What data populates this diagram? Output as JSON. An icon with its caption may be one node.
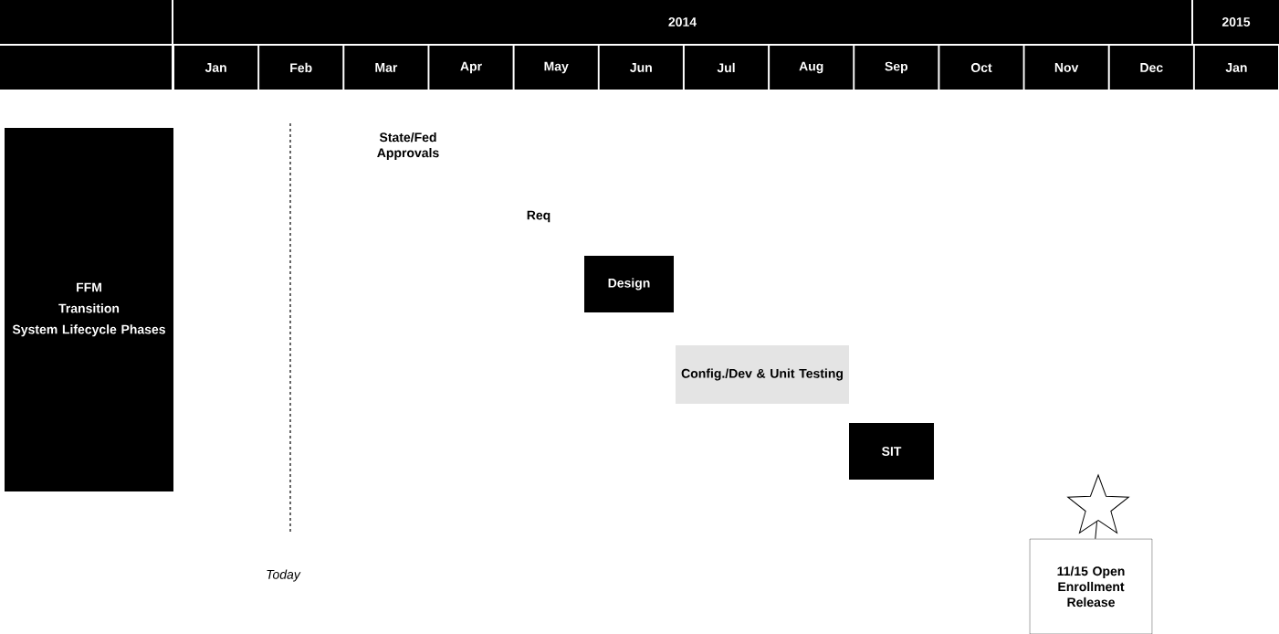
{
  "diagram": {
    "nodes": [
      {
        "text": [],
        "shape": "box"
      },
      {
        "text": [
          "2014"
        ]
      },
      {
        "text": [
          "2015"
        ]
      },
      {
        "text": [],
        "shape": "box"
      },
      {
        "text": [
          "Jan"
        ]
      },
      {
        "text": [
          "Feb"
        ]
      },
      {
        "text": [
          "Mar"
        ]
      },
      {
        "text": [
          "Apr"
        ]
      },
      {
        "text": [
          "May"
        ]
      },
      {
        "text": [
          "Jun"
        ]
      },
      {
        "text": [
          "Jul"
        ]
      },
      {
        "text": [
          "Aug"
        ]
      },
      {
        "text": [
          "Sep"
        ]
      },
      {
        "text": [
          "Oct"
        ]
      },
      {
        "text": [
          "Nov"
        ]
      },
      {
        "text": [
          "Dec"
        ]
      },
      {
        "text": [
          "Jan"
        ]
      },
      {
        "text": [
          "FFM",
          "Transition",
          "System Lifecycle Phases"
        ]
      },
      {
        "text": [
          "Design"
        ]
      },
      {
        "text": [
          "Config./Dev & Unit Testing"
        ]
      },
      {
        "text": [
          "SIT"
        ]
      },
      {
        "text": [],
        "shape": "star"
      },
      {
        "text": [
          "11/15 Open Enrollment Release"
        ]
      }
    ],
    "edges": [
      {
        "from": 21,
        "to": 22,
        "arrow": "none"
      }
    ],
    "labels": [
      "State/Fed Approvals",
      "Req",
      "Today"
    ]
  }
}
